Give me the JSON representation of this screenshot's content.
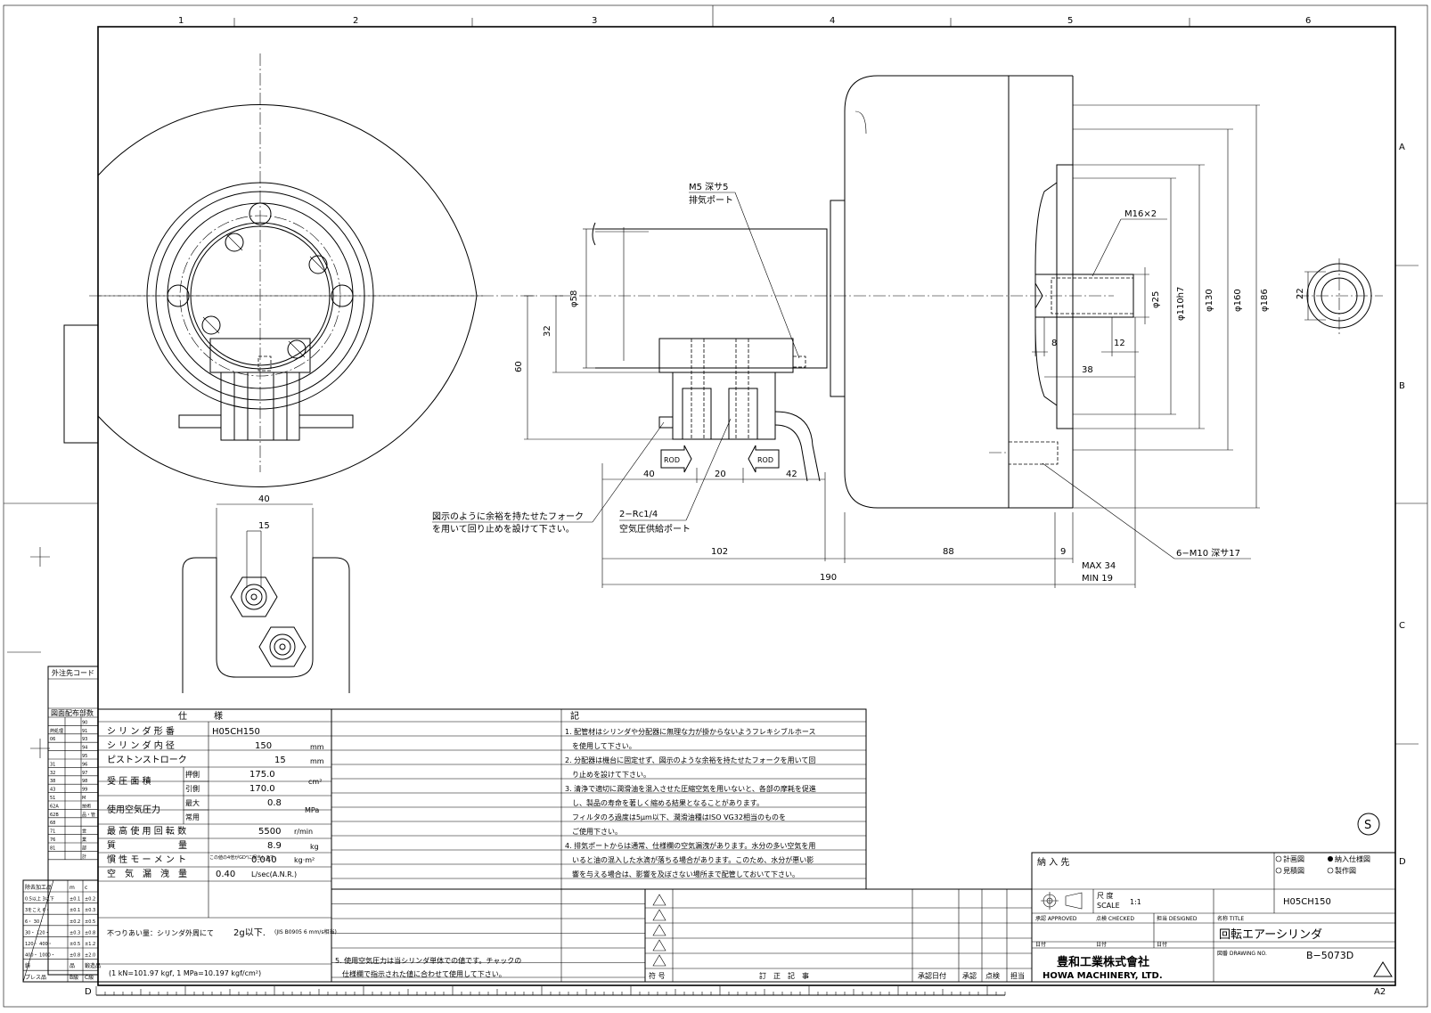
{
  "grid": {
    "columns": [
      "1",
      "2",
      "3",
      "4",
      "5",
      "6"
    ],
    "rows": [
      "A",
      "B",
      "C",
      "D"
    ],
    "bottom_left_letter": "D"
  },
  "annotations": {
    "m5": "M5 深サ5",
    "exhaust_port": "排気ポート",
    "m16": "M16×2",
    "fork_note_1": "図示のように余裕を持たせたフォーク",
    "fork_note_2": "を用いて回り止めを設けて下さい。",
    "rc": "2−Rc1/4",
    "supply_port": "空気圧供給ポート",
    "m10": "6−M10 深サ17",
    "max": "MAX 34",
    "min": "MIN 19",
    "rod": "ROD"
  },
  "dimensions": {
    "d58": "φ58",
    "d32": "32",
    "d60": "60",
    "d40a": "40",
    "d20": "20",
    "d42": "42",
    "d102": "102",
    "d88": "88",
    "d9": "9",
    "d190": "190",
    "d25": "φ25",
    "d110": "φ110h7",
    "d130": "φ130",
    "d160": "φ160",
    "d186": "φ186",
    "d8": "8",
    "d12": "12",
    "d38": "38",
    "d22": "22",
    "d40b": "40",
    "d15": "15"
  },
  "order_code": {
    "title": "外注先コード",
    "dist_title": "図面配布部数",
    "dist_rows": [
      [
        "",
        "90"
      ],
      [
        "熱処理",
        "91"
      ],
      [
        "06",
        "93"
      ],
      [
        "",
        "94"
      ],
      [
        "",
        "95"
      ],
      [
        "31",
        "96"
      ],
      [
        "32",
        "97"
      ],
      [
        "38",
        "98"
      ],
      [
        "43",
        "99"
      ],
      [
        "51",
        "M"
      ],
      [
        "62A",
        "技術"
      ],
      [
        "62B",
        "品・管"
      ],
      [
        "68",
        ""
      ],
      [
        "71",
        "営"
      ],
      [
        "76",
        "業"
      ],
      [
        "81",
        "部"
      ],
      [
        "",
        "計"
      ]
    ]
  },
  "tolerance": {
    "header": [
      "除去加工品",
      "m",
      "c"
    ],
    "rows": [
      [
        "0.5以上 3以下",
        "±0.1",
        "±0.2"
      ],
      [
        "3をこえ 6・",
        "±0.1",
        "±0.3"
      ],
      [
        "6・ 30・",
        "±0.2",
        "±0.5"
      ],
      [
        "30・ 120・",
        "±0.3",
        "±0.8"
      ],
      [
        "120・ 400・",
        "±0.5",
        "±1.2"
      ],
      [
        "400・ 1000・",
        "±0.8",
        "±2.0"
      ]
    ],
    "footer_1": [
      "鋳",
      "品",
      "鍛造品"
    ],
    "footer_2": [
      "プレス品",
      "B級",
      "C級"
    ]
  },
  "spec": {
    "title": "仕　　　様",
    "cylinder_model_label": "シ リ ン ダ 形 番",
    "cylinder_model": "H05CH150",
    "bore_label": "シ リ ン ダ 内 径",
    "bore": "150",
    "bore_unit": "mm",
    "stroke_label": "ピストンストローク",
    "stroke": "15",
    "stroke_unit": "mm",
    "area_label": "受 圧 面 積",
    "push_label": "押側",
    "push": "175.0",
    "pull_label": "引側",
    "pull": "170.0",
    "area_unit": "cm²",
    "pressure_label": "使用空気圧力",
    "max_label": "最大",
    "max": "0.8",
    "normal_label": "常用",
    "pressure_unit": "MPa",
    "speed_label": "最 高 使 用 回 転 数",
    "speed": "5500",
    "speed_unit": "r/min",
    "mass_label": "質　　　　　　　量",
    "mass": "8.9",
    "mass_unit": "kg",
    "inertia_label": "慣 性 モ ー メ ン ト",
    "inertia_note": "この値の4倍がGD²に相当します。",
    "inertia": "0.040",
    "inertia_unit": "kg·m²",
    "leak_label": "空　気　漏　洩　量",
    "leak": "0.40",
    "leak_unit": "L/sec(A.N.R.)",
    "runout_label": "不つりあい量：シリンダ外周にて",
    "runout": "2g以下.",
    "runout_note": "(JIS B0905 6 mm/s相当)",
    "unit_note": "(1 kN=101.97 kgf, 1 MPa=10.197 kgf/cm²)"
  },
  "notes": {
    "title": "記",
    "lines": [
      "1. 配管材はシリンダや分配器に無理な力が掛からないようフレキシブルホース",
      "　を使用して下さい。",
      "2. 分配器は機台に固定せず、図示のような余裕を持たせたフォークを用いて回",
      "　り止めを設けて下さい。",
      "3. 清浄で適切に潤滑油を混入させた圧縮空気を用いないと、各部の摩耗を促進",
      "　し、製品の寿命を著しく縮める結果となることがあります。",
      "　フィルタのろ過度は5μm以下、潤滑油種はISO VG32相当のものを",
      "　ご使用下さい。",
      "4. 排気ポートからは通常、仕様欄の空気漏洩があります。水分の多い空気を用",
      "　いると油の混入した水滴が落ちる場合があります。このため、水分が悪い影",
      "　響を与える場合は、影響を及ぼさない場所まで配管しておいて下さい。"
    ],
    "note5_1": "5. 使用空気圧力は当シリンダ単体での値です。チャックの",
    "note5_2": "　仕様欄で指示された値に合わせて使用して下さい。"
  },
  "revision": {
    "symbol_label": "符 号",
    "content_label": "訂　正　記　事",
    "date_label": "承認日付",
    "approve_label": "承認",
    "check_label": "点検",
    "draw_label": "担当"
  },
  "title_block": {
    "customer_label": "納 入 先",
    "opt1": "計画図",
    "opt2": "納入仕様図",
    "opt3": "見積図",
    "opt4": "製作図",
    "scale_label": "尺 度",
    "scale_label_en": "SCALE",
    "scale": "1:1",
    "model": "H05CH150",
    "approved": "承認 APPROVED",
    "checked": "点検 CHECKED",
    "designed": "担当 DESIGNED",
    "title_label": "名称 TITLE",
    "title": "回転エアーシリンダ",
    "date": "日付",
    "drawing_no_label": "図番 DRAWING NO.",
    "drawing_no": "B−5073D",
    "company_jp": "豊和工業株式會社",
    "company_en": "HOWA MACHINERY, LTD.",
    "s_mark": "S",
    "sheet_size": "A2"
  }
}
